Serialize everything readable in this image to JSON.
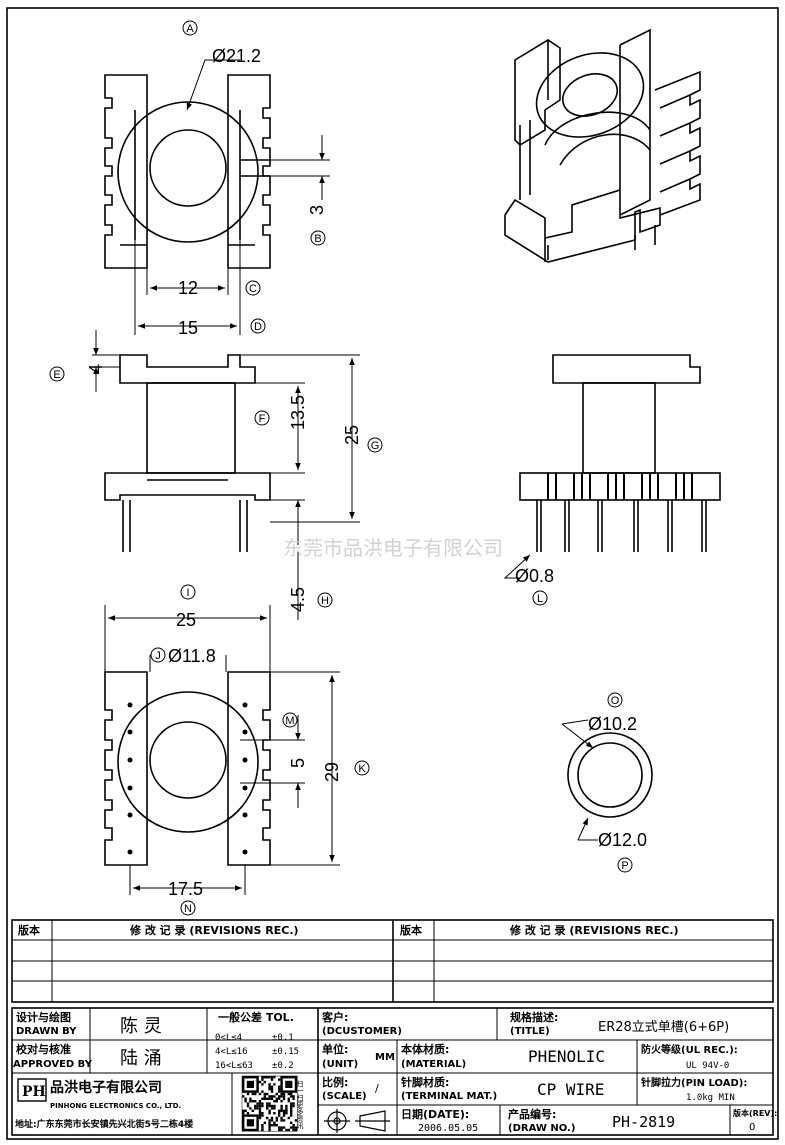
{
  "watermark": "东莞市品洪电子有限公司",
  "callouts": {
    "A": "A",
    "B": "B",
    "C": "C",
    "D": "D",
    "E": "E",
    "F": "F",
    "G": "G",
    "H": "H",
    "I": "I",
    "J": "J",
    "K": "K",
    "L": "L",
    "M": "M",
    "N": "N",
    "O": "O",
    "P": "P"
  },
  "dimensions": {
    "dia_flange": "Ø21.2",
    "slot": "3",
    "inner_width": "12",
    "outer_width": "15",
    "flange_thk": "4",
    "winding_h": "13.5",
    "total_h": "25",
    "base_h": "4.5",
    "pin_dia": "Ø0.8",
    "bottom_width": "25",
    "core_dia": "Ø11.8",
    "pin_pitch": "5",
    "depth": "29",
    "pin_row": "17.5",
    "dia_inner": "Ø10.2",
    "dia_outer": "Ø12.0"
  },
  "revisions": {
    "col_version": "版本",
    "col_record": "修 改 记 录 (REVISIONS REC.)"
  },
  "title_block": {
    "drawn_by_cn": "设计与绘图",
    "drawn_by_en": "DRAWN BY",
    "drawn_by": "陈 灵",
    "approved_by_cn": "校对与核准",
    "approved_by_en": "APPROVED BY",
    "approved_by": "陆 涌",
    "tol_title": "一般公差 TOL.",
    "tol_rows": [
      {
        "range": "0<L≤4",
        "value": "±0.1"
      },
      {
        "range": "4<L≤16",
        "value": "±0.15"
      },
      {
        "range": "16<L≤63",
        "value": "±0.2"
      }
    ],
    "customer_cn": "客户:",
    "customer_en": "(DCUSTOMER)",
    "unit_cn": "单位:",
    "unit_en": "(UNIT)",
    "unit": "MM",
    "scale_cn": "比例:",
    "scale_en": "(SCALE)",
    "scale": "/",
    "title_cn": "规格描述:",
    "title_en": "(TITLE)",
    "title": "ER28立式单槽(6+6P)",
    "material_cn": "本体材质:",
    "material_en": "(MATERIAL)",
    "material": "PHENOLIC",
    "ul_cn": "防火等级(UL REC.):",
    "ul": "UL 94V-0",
    "terminal_cn": "针脚材质:",
    "terminal_en": "(TERMINAL MAT.)",
    "terminal": "CP WIRE",
    "pinload_cn": "针脚拉力(PIN LOAD):",
    "pinload": "1.0kg MIN",
    "date_cn": "日期(DATE):",
    "date": "2006.05.05",
    "drawno_cn": "产品编号:",
    "drawno_en": "(DRAW NO.)",
    "drawno": "PH-2819",
    "rev_cn": "版本(REV):",
    "rev": "0",
    "company_cn": "品洪电子有限公司",
    "company_en": "PINHONG ELECTRONICS CO., LTD.",
    "logo": "PH",
    "address": "地址:广东东莞市长安镇先兴北街5号二栋4楼",
    "qr_side": "扫一扫更多资讯"
  }
}
